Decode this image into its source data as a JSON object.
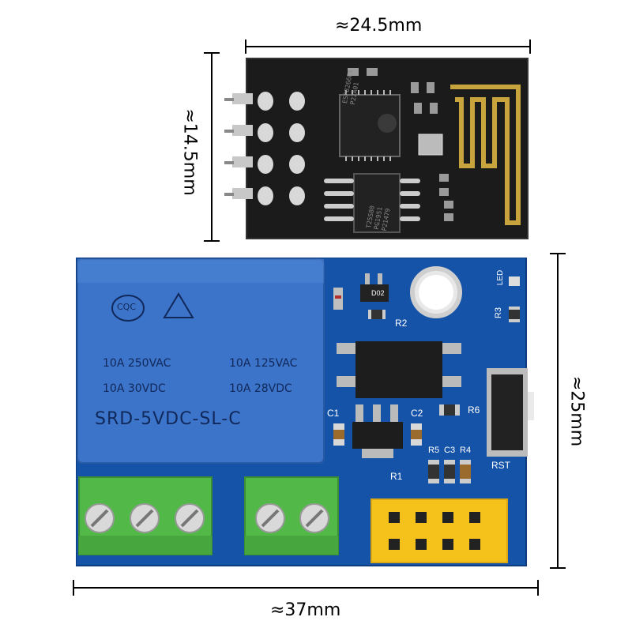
{
  "dimensions": {
    "top_width": "≈24.5mm",
    "top_height": "≈14.5mm",
    "bottom_height": "≈25mm",
    "bottom_width": "≈37mm"
  },
  "esp_chip": {
    "line1": "ESP8266EX",
    "line2": "P22A01"
  },
  "flash_chip": {
    "line1": "T25S80",
    "line2": "PG1951",
    "line3": "P21479"
  },
  "relay": {
    "rating1": "10A 250VAC",
    "rating2": "10A 125VAC",
    "rating3": "10A  30VDC",
    "rating4": "10A 28VDC",
    "model": "SRD-5VDC-SL-C",
    "cert": "CQC"
  },
  "pcb_labels": {
    "led": "LED",
    "r3": "R3",
    "r2": "R2",
    "c1": "C1",
    "c2": "C2",
    "r6": "R6",
    "r1": "R1",
    "r5": "R5",
    "c3": "C3",
    "r4": "R4",
    "rst": "RST",
    "d2": "D02"
  },
  "colors": {
    "pcb_blue": "#1553a8",
    "relay_blue": "#3c74c9",
    "terminal_green": "#52b848",
    "header_yellow": "#f4c21a",
    "module_black": "#1a1a1a"
  }
}
